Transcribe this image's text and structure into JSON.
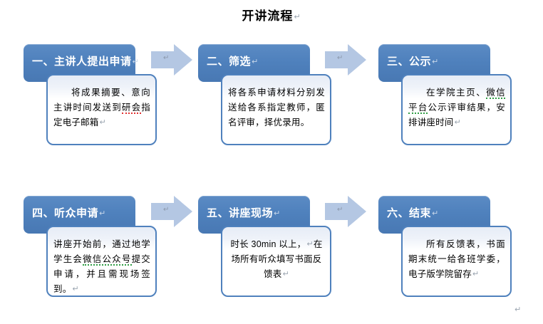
{
  "document": {
    "title": "开讲流程",
    "pilcrow": "↵",
    "trailing_mark": "↵"
  },
  "colors": {
    "header_blue": "#4F81BD",
    "arrow_blue": "#B4C7E3",
    "body_border": "#4F81BD",
    "body_top_tint": "#E6ECF6",
    "spell_red": "#E03030",
    "grammar_green": "#2F9E44"
  },
  "steps": [
    {
      "header": "一、主讲人提出申请",
      "body_lines": [
        "将成果摘要、",
        "意向主讲时间发",
        "送到",
        "研会",
        "指定电",
        "子邮箱"
      ],
      "body_text": "将成果摘要、意向主讲时间发送到研会指定电子邮箱",
      "marked_red": "研会",
      "marked_green": ""
    },
    {
      "header": "二、筛选",
      "body_lines": [
        "将各系申请材料",
        "分别发送给各系",
        "指定教师，匿名评",
        "审，择优录用。"
      ],
      "body_text": "将各系申请材料分别发送给各系指定教师，匿名评审，择优录用。",
      "marked_red": "",
      "marked_green": ""
    },
    {
      "header": "三、公示",
      "body_lines": [
        "在学院主页、",
        "微",
        "信平台",
        "公示评审结",
        "果，安排讲座时间"
      ],
      "body_text": "在学院主页、微信平台公示评审结果，安排讲座时间",
      "marked_red": "",
      "marked_green": "微信平台"
    },
    {
      "header": "四、听众申请",
      "body_lines": [
        "讲座开始前，通过",
        "地学学生会",
        "微信",
        "公众号",
        "提交申请，",
        "并且需现场签到。"
      ],
      "body_text": "讲座开始前，通过地学学生会微信公众号提交申请，并且需现场签到。",
      "marked_red": "",
      "marked_green": "微信公众号"
    },
    {
      "header": "五、讲座现场",
      "body_lines": [
        "时长 30min 以上，",
        "在场所有听众填写",
        "书面反馈表"
      ],
      "body_text": "时长 30min 以上，在场所有听众填写书面反馈表",
      "marked_red": "",
      "marked_green": ""
    },
    {
      "header": "六、结束",
      "body_lines": [
        "所有反馈表，书",
        "面期末统一给各",
        "班学委，电子版学",
        "院留存"
      ],
      "body_text": "所有反馈表，书面期末统一给各班学委，电子版学院留存",
      "marked_red": "",
      "marked_green": ""
    }
  ],
  "arrows": [
    {
      "name": "arrow-step1-to-step2",
      "mark": "↵"
    },
    {
      "name": "arrow-step2-to-step3",
      "mark": "↵"
    },
    {
      "name": "arrow-step4-to-step5",
      "mark": "↵"
    },
    {
      "name": "arrow-step5-to-step6",
      "mark": "↵"
    }
  ]
}
